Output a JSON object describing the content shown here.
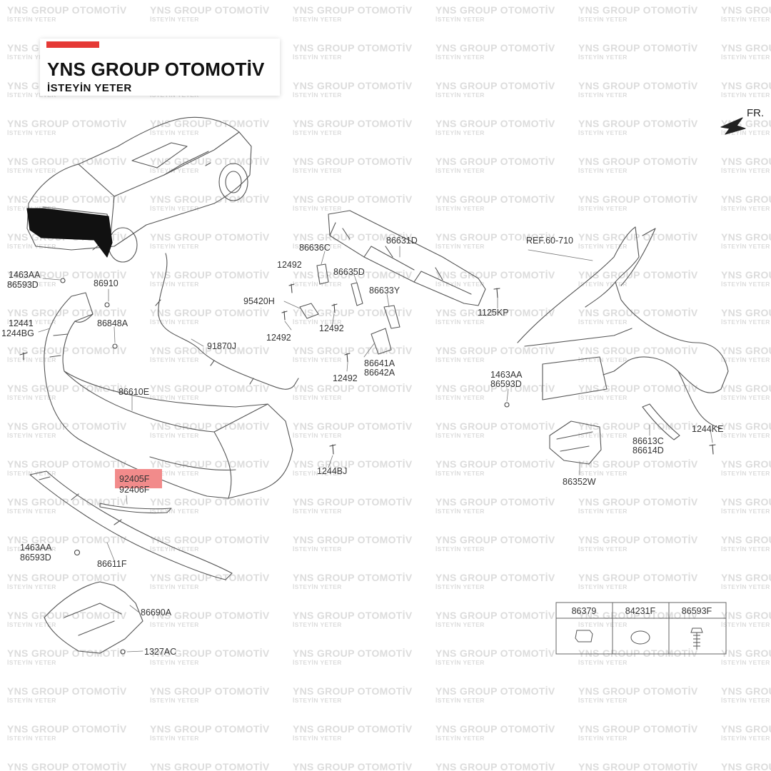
{
  "brand": {
    "name": "YNS GROUP OTOMOTİV",
    "slogan": "İSTEYİN YETER",
    "accent_color": "#e53935"
  },
  "direction_label": "FR.",
  "reference_label": "REF.60-710",
  "highlight_color": "#f28b8b",
  "parts": [
    "1463AA",
    "86593D",
    "86910",
    "12441",
    "1244BG",
    "86848A",
    "91870J",
    "86610E",
    "92405F",
    "92406F",
    "86611F",
    "86690A",
    "1327AC",
    "1244BJ",
    "86636C",
    "86631D",
    "12492",
    "86635D",
    "95420H",
    "86633Y",
    "1125KP",
    "86641A",
    "86642A",
    "86613C",
    "86614D",
    "1244KE",
    "86352W"
  ],
  "legend": [
    {
      "code": "86379",
      "icon": "cap-icon"
    },
    {
      "code": "84231F",
      "icon": "plug-icon"
    },
    {
      "code": "86593F",
      "icon": "clip-icon"
    }
  ]
}
